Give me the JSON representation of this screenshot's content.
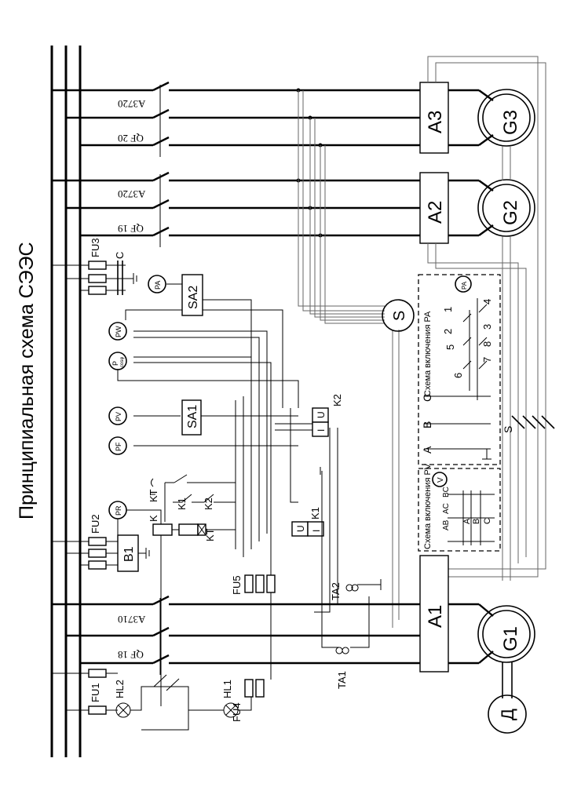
{
  "title": "Принципиальная схема СЭЭС",
  "generators": {
    "g1": "G1",
    "g2": "G2",
    "g3": "G3",
    "motor": "Д"
  },
  "regulators": {
    "a1": "A1",
    "a2": "A2",
    "a3": "A3"
  },
  "breakers": {
    "qf18": "QF 18",
    "qf19": "QF 19",
    "qf20": "QF 20",
    "a3710": "A3710",
    "a3720_1": "A3720",
    "a3720_2": "A3720"
  },
  "synchronoscope": "S",
  "meters": {
    "pa": "PA",
    "pw": "PW",
    "pcos": "P",
    "pcos_sub": "cosφ",
    "pv": "PV",
    "pf": "PF",
    "pr": "PR"
  },
  "switches": {
    "sa1": "SA1",
    "sa2": "SA2",
    "b1": "B1"
  },
  "relays": {
    "k": "K",
    "k1": "K1",
    "k2": "K2",
    "kt": "KT",
    "u": "U",
    "i": "I"
  },
  "fuses": {
    "fu1": "FU1",
    "fu2": "FU2",
    "fu3": "FU3",
    "fu4": "FU4",
    "fu5": "FU5",
    "c": "C"
  },
  "lamps": {
    "hl1": "HL1",
    "hl2": "HL2"
  },
  "transformers": {
    "ta1": "TA1",
    "ta2": "TA2"
  },
  "pv_scheme": {
    "title": "Схема включения PV",
    "positions": [
      "AB",
      "AC",
      "BC"
    ],
    "phases": [
      "A",
      "B",
      "C"
    ],
    "meter": "V"
  },
  "pa_scheme": {
    "title": "Схема включения PA",
    "phases": [
      "A",
      "B",
      "C"
    ],
    "meter": "PA",
    "contacts": [
      "1",
      "2",
      "3",
      "4",
      "5",
      "6",
      "7",
      "8"
    ]
  },
  "s_label": "S"
}
